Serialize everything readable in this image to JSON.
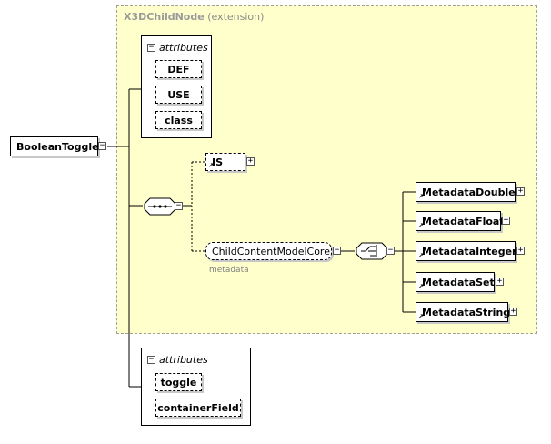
{
  "extension": {
    "name": "X3DChildNode",
    "suffix": "(extension)"
  },
  "root": {
    "label": "BooleanToggle"
  },
  "attributes_top": {
    "header": "attributes",
    "items": [
      "DEF",
      "USE",
      "class"
    ]
  },
  "sequence": {
    "items": [
      {
        "label": "IS"
      },
      {
        "label": "ChildContentModelCore",
        "note": "metadata"
      }
    ]
  },
  "choice": {
    "items": [
      "MetadataDouble",
      "MetadataFloat",
      "MetadataInteger",
      "MetadataSet",
      "MetadataString"
    ]
  },
  "attributes_bottom": {
    "header": "attributes",
    "items": [
      "toggle",
      "containerField"
    ]
  },
  "icons": {
    "collapse": "minus-box",
    "expand": "plus-box"
  }
}
